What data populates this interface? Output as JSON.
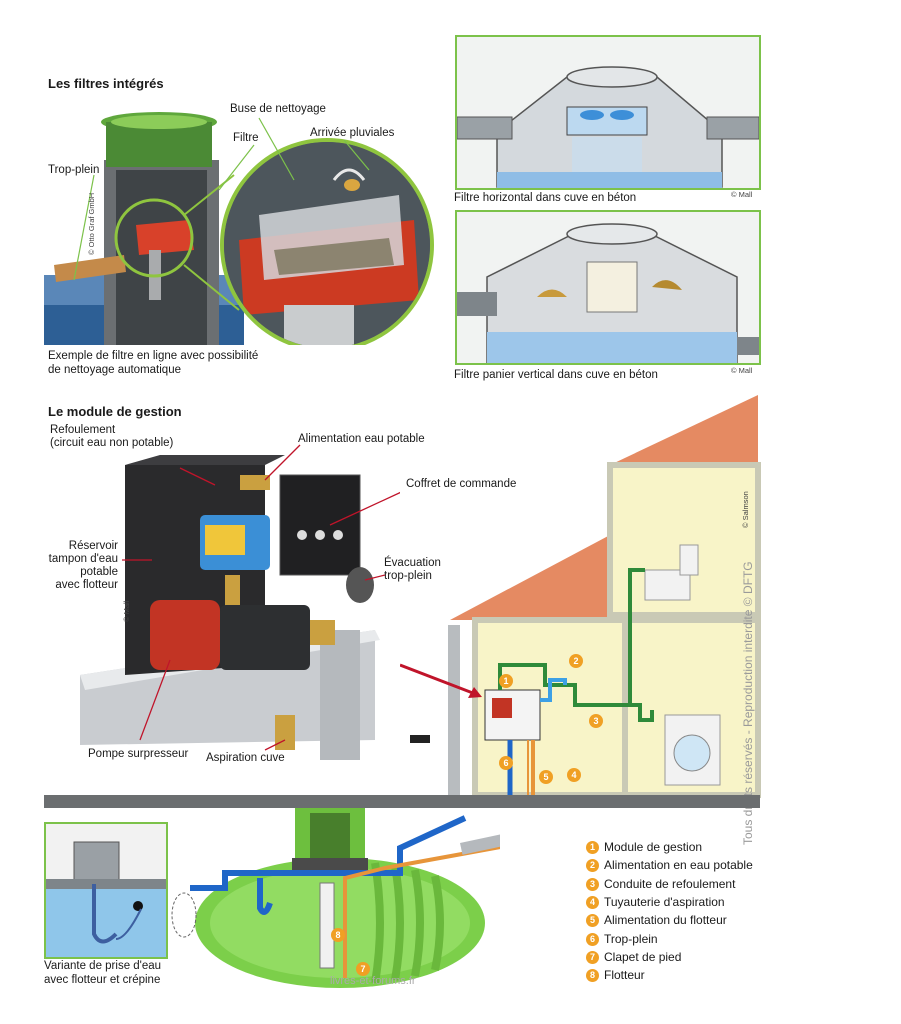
{
  "sections": {
    "filters_title": "Les filtres intégrés",
    "module_title": "Le module de gestion"
  },
  "filters": {
    "labels": {
      "buse": "Buse de nettoyage",
      "filtre": "Filtre",
      "arrivee": "Arrivée pluviales",
      "trop_plein": "Trop-plein"
    },
    "credit": "© Otto Graf GmbH",
    "caption_line1": "Exemple de filtre en ligne avec possibilité",
    "caption_line2": "de nettoyage automatique",
    "panel_top_caption": "Filtre horizontal dans cuve en béton",
    "panel_top_credit": "© Mall",
    "panel_bottom_caption": "Filtre panier vertical dans cuve en béton",
    "panel_bottom_credit": "© Mall"
  },
  "module": {
    "labels": {
      "refoulement_l1": "Refoulement",
      "refoulement_l2": "(circuit eau non potable)",
      "alimentation": "Alimentation eau potable",
      "coffret": "Coffret de commande",
      "reservoir_l1": "Réservoir",
      "reservoir_l2": "tampon d'eau",
      "reservoir_l3": "potable",
      "reservoir_l4": "avec flotteur",
      "evac_l1": "Évacuation",
      "evac_l2": "trop-plein",
      "pompe": "Pompe surpresseur",
      "aspiration": "Aspiration cuve"
    },
    "credit": "© Mall",
    "housing_credit": "© Salmson",
    "side_credit": "Tous droits réservés - Reproduction interdite © DFTG",
    "variant_l1": "Variante de prise d'eau",
    "variant_l2": "avec flotteur et crépine",
    "watermark": "livres-et-forums.fr"
  },
  "legend": [
    {
      "n": "1",
      "label": "Module de gestion"
    },
    {
      "n": "2",
      "label": "Alimentation en eau potable"
    },
    {
      "n": "3",
      "label": "Conduite de refoulement"
    },
    {
      "n": "4",
      "label": "Tuyauterie d'aspiration"
    },
    {
      "n": "5",
      "label": "Alimentation du flotteur"
    },
    {
      "n": "6",
      "label": "Trop-plein"
    },
    {
      "n": "7",
      "label": "Clapet de pied"
    },
    {
      "n": "8",
      "label": "Flotteur"
    }
  ],
  "colors": {
    "accent_green": "#7cc24a",
    "tank_green": "#7ccf4a",
    "roof": "#e58a62",
    "wall": "#f8f4c8",
    "pipe_blue": "#1f66c8",
    "pipe_green": "#2f8a3a",
    "pipe_orange": "#e7953a",
    "marker": "#f0a024"
  }
}
